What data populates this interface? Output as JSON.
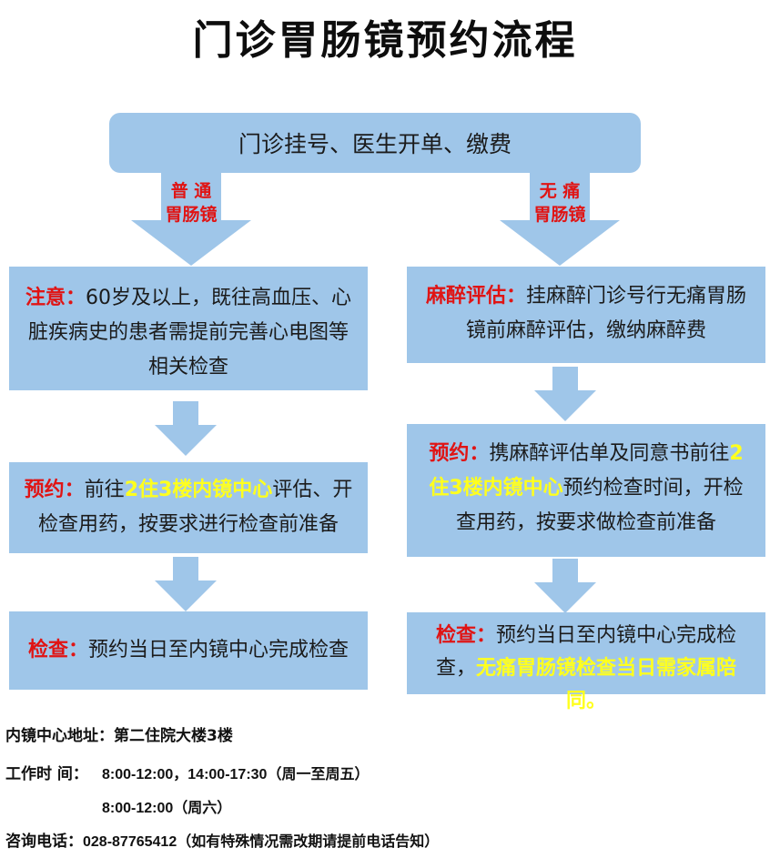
{
  "title": "门诊胃肠镜预约流程",
  "top_step": "门诊挂号、医生开单、缴费",
  "branches": {
    "left_label_line1": "普 通",
    "left_label_line2": "胃肠镜",
    "right_label_line1": "无 痛",
    "right_label_line2": "胃肠镜"
  },
  "left": {
    "note_label": "注意：",
    "note_text": "60岁及以上，既往高血压、心脏疾病史的患者需提前完善心电图等相关检查",
    "appt_label": "预约：",
    "appt_pre": "前往",
    "appt_highlight": "2住3楼内镜中心",
    "appt_post": "评估、开检查用药，按要求进行检查前准备",
    "check_label": "检查：",
    "check_text": "预约当日至内镜中心完成检查"
  },
  "right": {
    "assess_label": "麻醉评估：",
    "assess_text": "挂麻醉门诊号行无痛胃肠镜前麻醉评估，缴纳麻醉费",
    "appt_label": "预约：",
    "appt_pre": "携麻醉评估单及同意书前往",
    "appt_highlight": "2住3楼内镜中心",
    "appt_post": "预约检查时间，开检查用药，按要求做检查前准备",
    "check_label": "检查：",
    "check_text": "预约当日至内镜中心完成检查，",
    "check_highlight": "无痛胃肠镜检查当日需家属陪同。"
  },
  "footer": {
    "address_label": "内镜中心地址：",
    "address_value": "第二住院大楼3楼",
    "hours_label": "工作时 间：",
    "hours_value_1": "8:00-12:00，14:00-17:30（周一至周五）",
    "hours_value_2": "8:00-12:00（周六）",
    "phone_label": "咨询电话：",
    "phone_value": "028-87765412（如有特殊情况需改期请提前电话告知）"
  },
  "colors": {
    "box_fill": "#9fc6e9",
    "arrow_fill": "#9fc6e9",
    "label_red": "#e01414",
    "highlight_yellow": "#ffff1e"
  }
}
